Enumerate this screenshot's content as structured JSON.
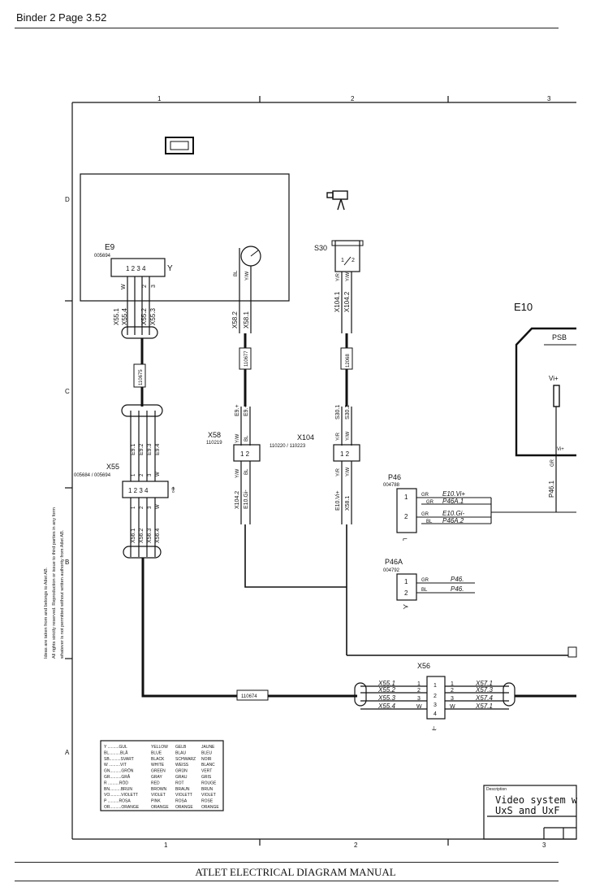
{
  "header": {
    "title": "Binder 2   Page 3.52"
  },
  "footer": {
    "title": "ATLET ELECTRICAL DIAGRAM MANUAL"
  },
  "grid": {
    "cols_top": [
      "1",
      "2",
      "3"
    ],
    "cols_bottom": [
      "1",
      "2",
      "3"
    ],
    "rows": [
      "D",
      "C",
      "B",
      "A"
    ]
  },
  "copyright": {
    "line1": "Ideas are taken from and belongs to Atlet AB.",
    "line2": "All rights strictly reserved. Reproduction or issue to third parties in any form",
    "line3": "whatever is not permitted without written authority from Atlet AB."
  },
  "components": {
    "e9": {
      "name": "E9",
      "code": "005694",
      "pins": "1 2 3 4",
      "w1": "W",
      "w2": "2",
      "w3": "3"
    },
    "x55w": {
      "a": "X55.1",
      "b": "X55.4",
      "c": "X55.2",
      "d": "X55.3"
    },
    "cable_110675": "110675",
    "x55": {
      "name": "X55",
      "code": "005684 / 005694",
      "pins": "1 2 3 4",
      "top": [
        "E9.1",
        "E9.2",
        "E9.3",
        "E9.4"
      ],
      "topn": [
        "1",
        "2",
        "3",
        "W"
      ],
      "bot": [
        "X56.1",
        "X56.2",
        "X56.3",
        "X56.4"
      ],
      "botn": [
        "1",
        "2",
        "3",
        "W"
      ]
    },
    "mon": {
      "bl": "BL",
      "yw": "Y/W",
      "x582": "X58.2",
      "x581": "X58.1"
    },
    "cable_110677": "110677",
    "x58": {
      "name": "X58",
      "code": "110219",
      "pins": "1 2",
      "top1": "E9.+",
      "top2": "E9.-",
      "yw": "Y/W",
      "bl": "BL",
      "bot1": "X104.2",
      "bot2": "E10.Gi-",
      "botyw": "Y/W",
      "botbl": "BL"
    },
    "x104": {
      "name": "X104",
      "code": "110220 / 110223",
      "pins": "1 2",
      "top1": "S30.1",
      "top2": "S30.2",
      "yr": "Y/R",
      "yw": "Y/W",
      "bot1": "E10.Vi+",
      "bot2": "X58.1",
      "botyr": "Y/R",
      "botyw": "Y/W"
    },
    "s30": {
      "name": "S30",
      "p1": "1",
      "p2": "2",
      "yr": "Y/R",
      "yw": "Y/W",
      "w1": "X104.1",
      "w2": "X104.2"
    },
    "cable_12068": "12068",
    "e10": {
      "name": "E10",
      "psb": "PSB",
      "vi": "Vi+",
      "vi2": "Vi+",
      "gr": "GR",
      "p461": "P46.1"
    },
    "p46": {
      "name": "P46",
      "code": "004788",
      "p1": "1",
      "p2": "2",
      "c1": "GR",
      "c2": "GR",
      "c3": "GR",
      "c4": "BL",
      "s1": "E10.Vi+",
      "s2": "P46A.1",
      "s3": "E10.Gi-",
      "s4": "P46A.2"
    },
    "p46a": {
      "name": "P46A",
      "code": "004792",
      "p1": "1",
      "p2": "2",
      "c1": "GR",
      "c2": "BL",
      "s1": "P46.",
      "s2": "P46."
    },
    "x56": {
      "name": "X56",
      "l": [
        "X55.1",
        "X55.2",
        "X55.3",
        "X55.4"
      ],
      "ln": [
        "1",
        "2",
        "3",
        "W"
      ],
      "lp": [
        "1",
        "2",
        "3",
        "4"
      ],
      "mid": [
        "1",
        "2",
        "3",
        "4"
      ],
      "rp": [
        "1",
        "2",
        "3",
        "W"
      ],
      "r": [
        "X57.1",
        "X57.3",
        "X57.4",
        "X57.1"
      ]
    },
    "cable_110674": "110674"
  },
  "legend": {
    "rows": [
      [
        "Y ..........GUL",
        "YELLOW",
        "GELB",
        "JAUNE"
      ],
      [
        "BL..........BLÅ",
        "BLUE",
        "BLAU",
        "BLEU"
      ],
      [
        "SB..........SVART",
        "BLACK",
        "SCHWARZ",
        "NOIR"
      ],
      [
        "W ..........VIT",
        "WHITE",
        "WEISS",
        "BLANC"
      ],
      [
        "GN..........GRÖN",
        "GREEN",
        "GRÜN",
        "VERT"
      ],
      [
        "GR..........GRÅ",
        "GRAY",
        "GRAU",
        "GRIS"
      ],
      [
        "R ..........RÖD",
        "RED",
        "ROT",
        "ROUGE"
      ],
      [
        "BN..........BRUN",
        "BROWN",
        "BRAUN",
        "BRUN"
      ],
      [
        "VO..........VIOLETT",
        "VIOLET",
        "VIOLETT",
        "VIOLET"
      ],
      [
        "P ..........ROSA",
        "PINK",
        "ROSA",
        "ROSE"
      ],
      [
        "OR..........ORANGE",
        "ORANGE",
        "ORANGE",
        "ORANGE"
      ]
    ]
  },
  "titleblock": {
    "label": "Description",
    "line1": "Video system w",
    "line2": "UxS and UxF"
  }
}
